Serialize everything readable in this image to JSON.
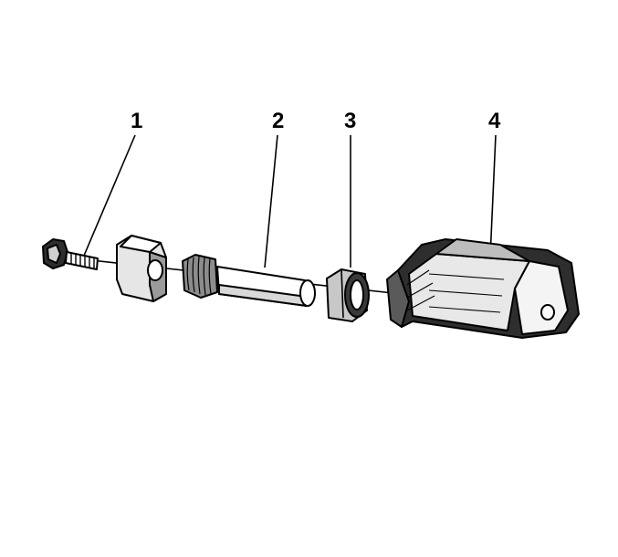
{
  "diagram": {
    "callouts": [
      {
        "id": "1",
        "label": "1",
        "part": "bolt"
      },
      {
        "id": "2",
        "label": "2",
        "part": "guide-pin"
      },
      {
        "id": "3",
        "label": "3",
        "part": "bushing-sleeve"
      },
      {
        "id": "4",
        "label": "4",
        "part": "caliper-bracket"
      }
    ],
    "colors": {
      "line": "#000000",
      "shade_dark": "#3a3a3a",
      "shade_mid": "#8c8c8c",
      "shade_light": "#c8c8c8",
      "background": "#ffffff"
    }
  }
}
